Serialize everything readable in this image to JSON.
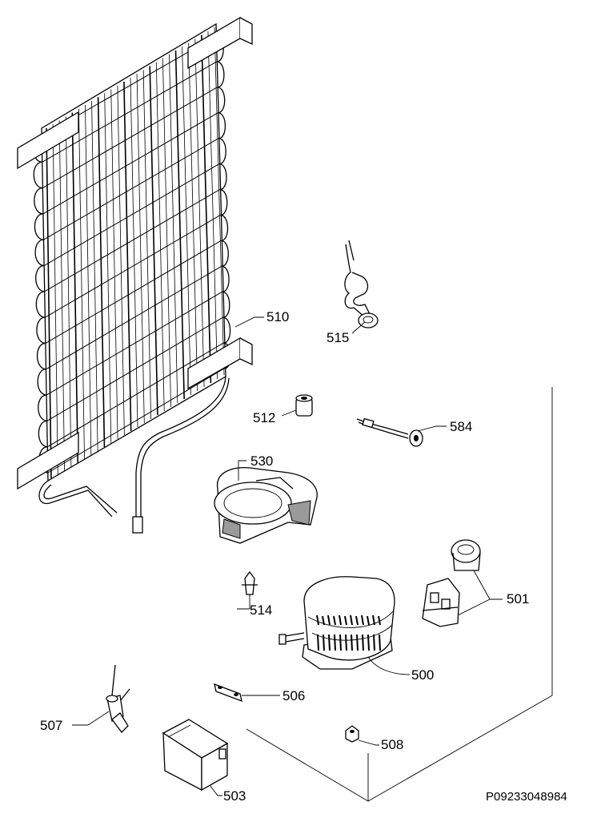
{
  "parts": [
    {
      "id": "condenser",
      "callout": "510"
    },
    {
      "id": "heater",
      "callout": "515"
    },
    {
      "id": "grommet",
      "callout": "512"
    },
    {
      "id": "cable-clamp",
      "callout": "584"
    },
    {
      "id": "drip-tray",
      "callout": "530"
    },
    {
      "id": "clip",
      "callout": "514"
    },
    {
      "id": "relay-overload",
      "callout": "501"
    },
    {
      "id": "compressor",
      "callout": "500"
    },
    {
      "id": "bracket",
      "callout": "506"
    },
    {
      "id": "dryer",
      "callout": "507"
    },
    {
      "id": "nut",
      "callout": "508"
    },
    {
      "id": "cover",
      "callout": "503"
    }
  ],
  "drawing_id": "P09233048984"
}
